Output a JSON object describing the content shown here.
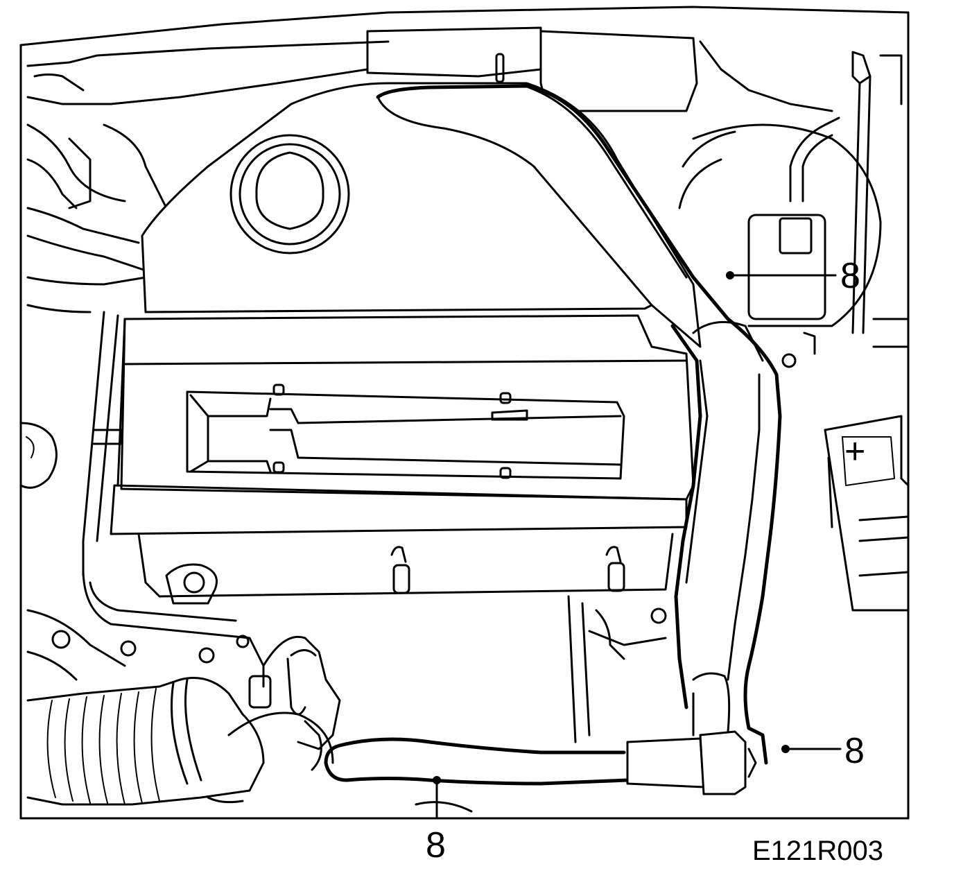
{
  "figure": {
    "callouts": [
      {
        "id": "hose-right-upper",
        "label": "8"
      },
      {
        "id": "hose-right-lower",
        "label": "8"
      },
      {
        "id": "hose-bottom",
        "label": "8"
      }
    ],
    "figure_code": "E121R003",
    "battery_symbol": "+"
  }
}
